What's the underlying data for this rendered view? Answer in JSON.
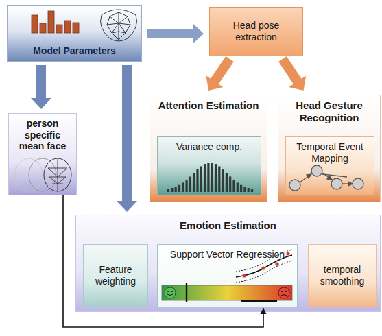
{
  "diagram": {
    "nodes": [
      {
        "text": [
          "Model Parameters"
        ]
      },
      {
        "text": [
          "Head pose extraction"
        ]
      },
      {
        "text": [
          "Attention Estimation"
        ]
      },
      {
        "text": [
          "Variance comp."
        ],
        "in": 2
      },
      {
        "text": [
          "Head Gesture Recognition"
        ]
      },
      {
        "text": [
          "Temporal Event Mapping"
        ],
        "in": 4
      },
      {
        "text": [
          "person specific mean face"
        ]
      },
      {
        "text": [
          "Emotion Estimation"
        ]
      },
      {
        "text": [
          "Feature weighting"
        ],
        "in": 7
      },
      {
        "text": [
          "Support Vector Regression"
        ],
        "in": 7
      },
      {
        "text": [
          "temporal smoothing"
        ],
        "in": 7
      }
    ],
    "edges": [
      {
        "from": 0,
        "to": 1,
        "arrow": "to"
      },
      {
        "from": 1,
        "to": 2,
        "arrow": "to"
      },
      {
        "from": 1,
        "to": 4,
        "arrow": "to"
      },
      {
        "from": 0,
        "to": 6,
        "arrow": "to"
      },
      {
        "from": 0,
        "to": 7,
        "arrow": "to"
      },
      {
        "from": 6,
        "to": 9,
        "arrow": "to"
      }
    ]
  }
}
